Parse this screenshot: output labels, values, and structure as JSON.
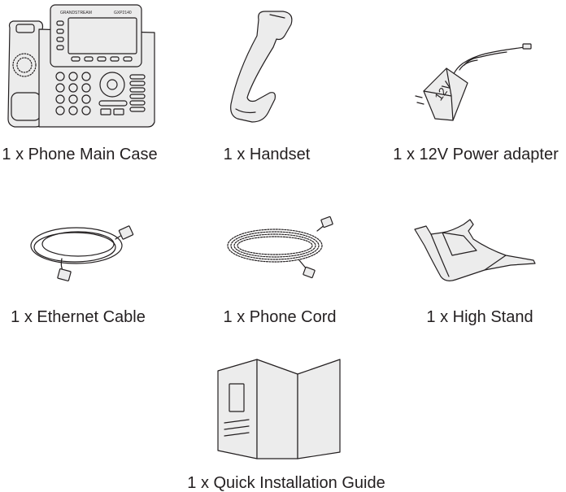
{
  "items": {
    "phone_main_case": {
      "caption": "1 x Phone Main Case",
      "brand_text": "GRANDSTREAM",
      "model_text": "GXP2140"
    },
    "handset": {
      "caption": "1 x Handset"
    },
    "power_adapter": {
      "caption": "1 x 12V Power adapter",
      "label_text": "12V"
    },
    "ethernet_cable": {
      "caption": "1 x Ethernet Cable"
    },
    "phone_cord": {
      "caption": "1 x Phone Cord"
    },
    "high_stand": {
      "caption": "1 x High Stand"
    },
    "quick_installation_guide": {
      "caption": "1 x Quick Installation Guide"
    }
  },
  "colors": {
    "line": "#231f20",
    "fill": "#ececec",
    "background": "#ffffff"
  }
}
